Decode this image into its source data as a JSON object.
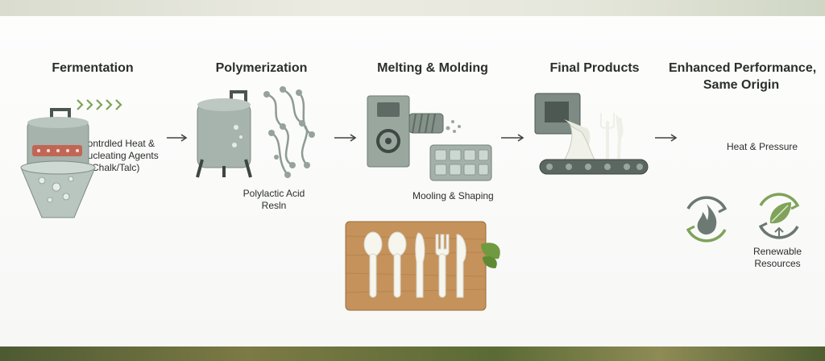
{
  "stages": [
    {
      "title": "Fermentation"
    },
    {
      "title": "Polymerization"
    },
    {
      "title": "Melting & Molding"
    },
    {
      "title": "Final Products"
    },
    {
      "title_line1": "Enhanced Performance,",
      "title_line2": "Same Origin"
    }
  ],
  "labels": {
    "heat_agents_line1": "Contrdled Heat &",
    "heat_agents_line2": "Nucleating Agents",
    "heat_agents_line3": "(Chalk/Talc)",
    "pla_line1": "Polylactic Acid",
    "pla_line2": "Resln",
    "molding": "Mooling & Shaping",
    "heat_pressure": "Heat & Pressure",
    "renewable_line1": "Renewable",
    "renewable_line2": "Resources"
  },
  "icons": [
    "fermentation-tank-icon",
    "chevron-arrows-icon",
    "polymerization-tank-icon",
    "polymer-chain-icon",
    "extruder-machine-icon",
    "mold-tray-icon",
    "conveyor-products-icon",
    "cutlery-board-icon",
    "recycle-flame-icon",
    "recycle-leaf-icon"
  ],
  "colors": {
    "metal": "#9aa7a0",
    "dark_metal": "#4a5550",
    "green": "#7fa35a",
    "wood": "#c4925a",
    "text": "#2a2f2c"
  }
}
